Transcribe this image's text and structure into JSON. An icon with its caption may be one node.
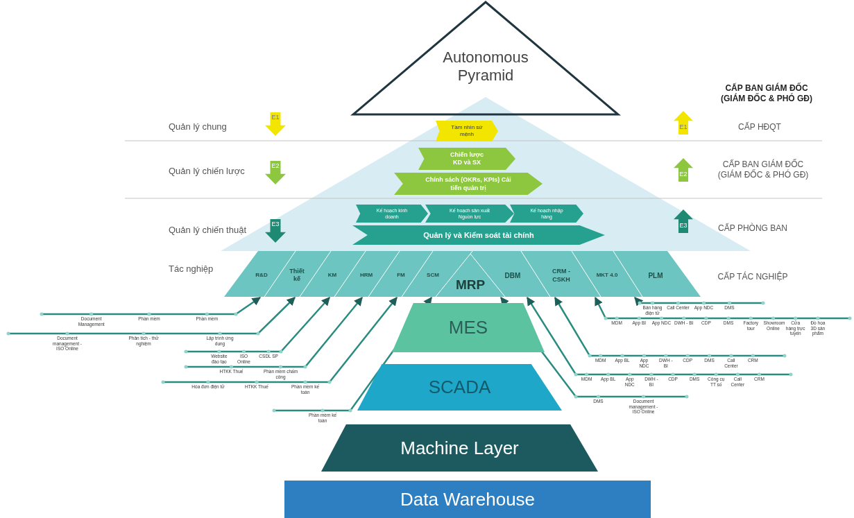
{
  "diagram": {
    "nodes": [
      {
        "text": [
          "Autonomous Pyramid"
        ]
      },
      {
        "text": [
          "Tầm nhìn sứ mệnh"
        ]
      },
      {
        "text": [
          "Chiến lược KD và SX"
        ]
      },
      {
        "text": [
          "Chính sách (OKRs, KPIs) Cải tiến quản trị"
        ]
      },
      {
        "text": [
          "Kế hoạch kinh doanh"
        ]
      },
      {
        "text": [
          "Kế hoạch sản xuất Nguồn lực"
        ]
      },
      {
        "text": [
          "Kế hoạch nhập hàng"
        ]
      },
      {
        "text": [
          "Quản lý và Kiểm soát tài chính"
        ]
      },
      {
        "text": [
          "R&D"
        ]
      },
      {
        "text": [
          "Thiết kế"
        ]
      },
      {
        "text": [
          "KM"
        ]
      },
      {
        "text": [
          "HRM"
        ]
      },
      {
        "text": [
          "FM"
        ]
      },
      {
        "text": [
          "SCM"
        ]
      },
      {
        "text": [
          "MRP"
        ]
      },
      {
        "text": [
          "DBM"
        ]
      },
      {
        "text": [
          "CRM - CSKH"
        ]
      },
      {
        "text": [
          "MKT 4.0"
        ]
      },
      {
        "text": [
          "PLM"
        ]
      },
      {
        "text": [
          "MES"
        ]
      },
      {
        "text": [
          "SCADA"
        ]
      },
      {
        "text": [
          "Machine Layer"
        ]
      },
      {
        "text": [
          "Data Warehouse"
        ]
      }
    ],
    "edges": [
      {
        "from": null,
        "to": 8,
        "arrow": "to"
      },
      {
        "from": null,
        "to": 9,
        "arrow": "to"
      },
      {
        "from": null,
        "to": 10,
        "arrow": "to"
      },
      {
        "from": null,
        "to": 11,
        "arrow": "to"
      },
      {
        "from": null,
        "to": 12,
        "arrow": "to"
      },
      {
        "from": null,
        "to": 13,
        "arrow": "to"
      },
      {
        "from": null,
        "to": 18,
        "arrow": "to"
      },
      {
        "from": null,
        "to": 17,
        "arrow": "to"
      },
      {
        "from": null,
        "to": 16,
        "arrow": "to"
      },
      {
        "from": null,
        "to": 15,
        "arrow": "to"
      },
      {
        "from": null,
        "to": 15,
        "arrow": "to"
      }
    ],
    "labels": [
      "Quản lý chung",
      "Quản lý chiến lược",
      "Quản lý chiến thuật",
      "Tác nghiệp",
      "E1",
      "E2",
      "E3",
      "CẤP BAN GIÁM ĐỐC (GIÁM ĐỐC & PHÓ GĐ)",
      "E1",
      "CẤP HĐQT",
      "E2",
      "CẤP BAN GIÁM ĐỐC (GIÁM ĐỐC & PHÓ GĐ)",
      "E3",
      "CẤP PHÒNG BAN",
      "CẤP TÁC NGHIỆP",
      "Document Management",
      "Phần mềm",
      "Phần mềm",
      "Document management - ISO Online",
      "Phân tích - thử nghiệm",
      "Lập trình ứng dụng",
      "Website đào tạo",
      "ISO Online",
      "CSDL SP",
      "HTKK Thuế",
      "Phần mềm chấm công",
      "Hóa đơn điện tử",
      "HTKK Thuế",
      "Phần mềm kế toán",
      "Phần mềm kế toán",
      "DMS",
      "App NDC",
      "Call Center",
      "Bán hàng điện tử",
      "Đồ họa 3D sản phẩm",
      "Cửa hàng trực tuyến",
      "Showroom Online",
      "Factory tour",
      "DMS",
      "CDP",
      "DWH - BI",
      "App NDC",
      "App BI",
      "MDM",
      "CRM",
      "Call Center",
      "DMS",
      "CDP",
      "DWH - BI",
      "App NDC",
      "App BL",
      "MDM",
      "CRM",
      "Call Center",
      "Công cụ TT số",
      "DMS",
      "CDP",
      "DWH - BI",
      "App NDC",
      "App BL",
      "MDM",
      "Document management - ISO Online",
      "DMS"
    ]
  }
}
